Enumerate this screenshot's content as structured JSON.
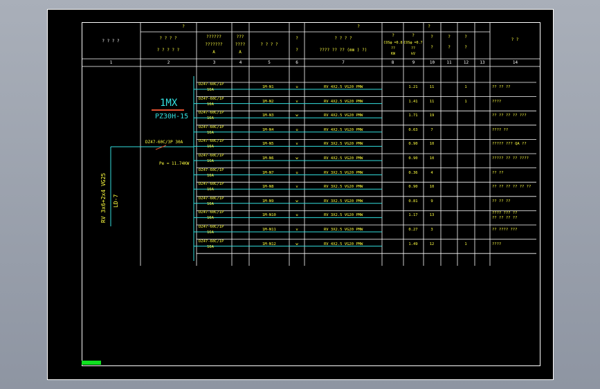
{
  "header": {
    "col1_title": "? ? ? ?",
    "col2_group": "?",
    "col2_title": "? ? ? ?",
    "col2_sub": "? ? ? ? ?",
    "col3_title": "??????",
    "col3_sub": "???????",
    "col3_unit": "A",
    "col4_title": "???",
    "col4_sub": "????",
    "col4_unit": "A",
    "col5_title": "? ? ? ?",
    "col6_title": "?",
    "col6_sub": "?",
    "col7_group": "?",
    "col7_title": "? ? ? ?",
    "col7_sub": "???? ?? ?? (mm ) ?)",
    "col89_group": "?",
    "col8_title": "?",
    "col8_sub1": "COSφ =0.8",
    "col8_sub2": "??",
    "col8_unit": "KW",
    "col9_title": "?",
    "col9_sub1": "COSφ =0.7",
    "col9_sub2": "??",
    "col9_unit": "kV",
    "col10_title": "?",
    "col10_sub": "?",
    "col11_title": "?",
    "col11_sub": "?",
    "col12_title": "?",
    "col12_sub": "?",
    "col14_title": "?       ?",
    "top_row_marks": [
      "?",
      "?",
      "?",
      "?",
      "?",
      "?",
      "?"
    ]
  },
  "column_numbers": [
    "1",
    "2",
    "3",
    "4",
    "5",
    "6",
    "7",
    "8",
    "9",
    "10",
    "11",
    "12",
    "13",
    "14"
  ],
  "panel": {
    "name": "1MX",
    "model": "PZ30H-15",
    "main_breaker": "DZ47-60C/3P  30A",
    "power": "Pe = 11.74KW",
    "cable": "RV  3x6+2x4  VG25",
    "source": "LD-7"
  },
  "rows": [
    {
      "breaker": "DZ47-60C/1P",
      "rating": "16A",
      "circuit": "1M-N1",
      "phase": "u",
      "cable": "RV 4X2.5 VG20 PMW",
      "power": "1.21",
      "current": "11",
      "col12": "1",
      "note": "?? ?? ??"
    },
    {
      "breaker": "DZ47-60C/1P",
      "rating": "16A",
      "circuit": "1M-N2",
      "phase": "v",
      "cable": "RV 4X2.5 VG20 PMW",
      "power": "1.41",
      "current": "11",
      "col12": "1",
      "note": "????"
    },
    {
      "breaker": "DZ47-60C/1P",
      "rating": "16A",
      "circuit": "1M-N3",
      "phase": "w",
      "cable": "RV 4X2.5 VG20 PMW",
      "power": "1.71",
      "current": "19",
      "col12": "",
      "note": "?? ?? ?? ?? ???"
    },
    {
      "breaker": "DZ47-60C/1P",
      "rating": "16A",
      "circuit": "1M-N4",
      "phase": "u",
      "cable": "RV 4X2.5 VG20 PMW",
      "power": "0.63",
      "current": "7",
      "col12": "",
      "note": "???? ??"
    },
    {
      "breaker": "DZ47-60C/1P",
      "rating": "16A",
      "circuit": "1M-N5",
      "phase": "v",
      "cable": "RV 3X2.5 VG20 PMW",
      "power": "0.90",
      "current": "10",
      "col12": "",
      "note": "????? ??? QA ??"
    },
    {
      "breaker": "DZ47-60C/1P",
      "rating": "16A",
      "circuit": "1M-N6",
      "phase": "w",
      "cable": "RV 4X2.5 VG20 PMW",
      "power": "0.90",
      "current": "10",
      "col12": "",
      "note": "????? ?? ?? ????"
    },
    {
      "breaker": "DZ47-60C/1P",
      "rating": "16A",
      "circuit": "1M-N7",
      "phase": "u",
      "cable": "RV 3X2.5 VG20 PMW",
      "power": "0.36",
      "current": "4",
      "col12": "",
      "note": "?? ??"
    },
    {
      "breaker": "DZ47-60C/1P",
      "rating": "16A",
      "circuit": "1M-N8",
      "phase": "v",
      "cable": "RV 3X2.5 VG20 PMW",
      "power": "0.90",
      "current": "10",
      "col12": "",
      "note": "?? ?? ?? ?? ?? ??"
    },
    {
      "breaker": "DZ47-60C/1P",
      "rating": "16A",
      "circuit": "1M-N9",
      "phase": "w",
      "cable": "RV 3X2.5 VG20 PMW",
      "power": "0.81",
      "current": "9",
      "col12": "",
      "note": "?? ?? ??"
    },
    {
      "breaker": "DZ47-60C/1P",
      "rating": "16A",
      "circuit": "1M-N10",
      "phase": "u",
      "cable": "RV 3X2.5 VG20 PMW",
      "power": "1.17",
      "current": "13",
      "col12": "",
      "note": "???? ??? ??\n?? ?? ?? ??"
    },
    {
      "breaker": "DZ47-60C/1P",
      "rating": "16A",
      "circuit": "1M-N11",
      "phase": "v",
      "cable": "RV 3X2.5 VG20 PMW",
      "power": "0.27",
      "current": "3",
      "col12": "",
      "note": "?? ???? ???"
    },
    {
      "breaker": "DZ47-60C/1P",
      "rating": "16A",
      "circuit": "1M-N12",
      "phase": "w",
      "cable": "RV 4X2.5 VG20 PMW",
      "power": "1.49",
      "current": "12",
      "col12": "1",
      "note": "????"
    }
  ],
  "colors": {
    "background": "#000000",
    "text": "#ffff40",
    "grid": "#ffffff",
    "wire": "#33e0e0",
    "accent": "#e05030",
    "marker": "#10e020"
  }
}
